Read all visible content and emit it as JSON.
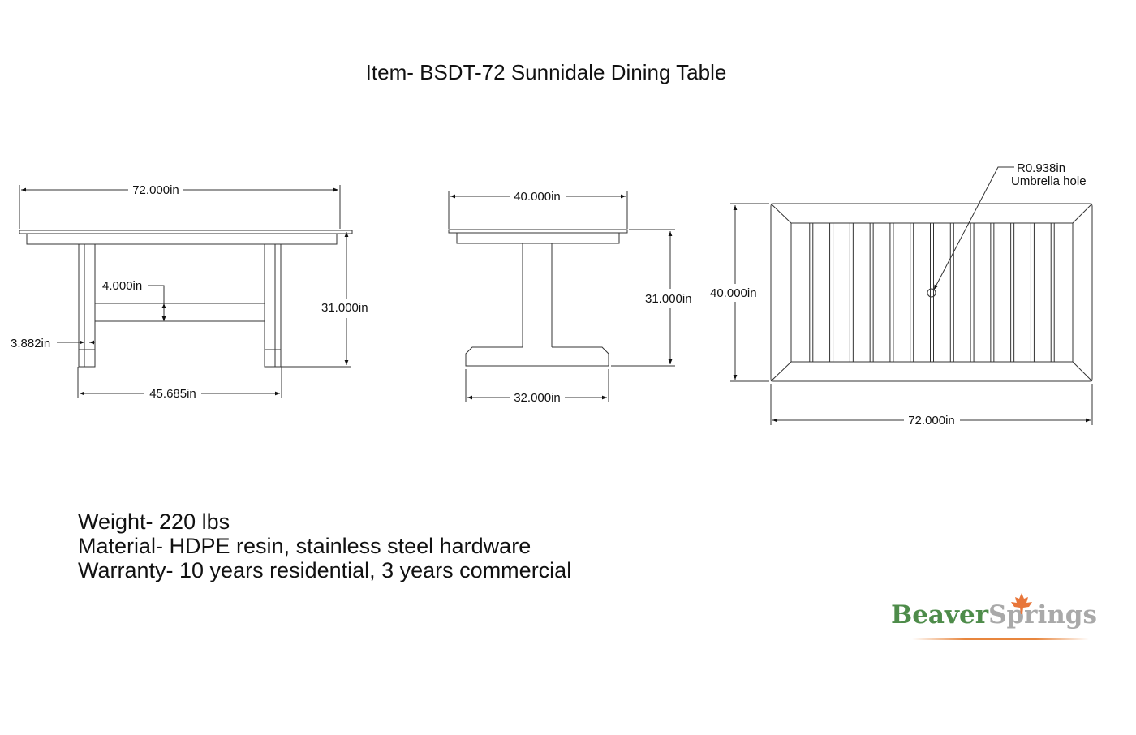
{
  "title": "Item- BSDT-72 Sunnidale Dining Table",
  "front_view": {
    "length": "72.000in",
    "height": "31.000in",
    "stretcher": "4.000in",
    "leg": "3.882in",
    "leg_span": "45.685in"
  },
  "side_view": {
    "width": "40.000in",
    "height": "31.000in",
    "base": "32.000in"
  },
  "top_view": {
    "width": "40.000in",
    "length": "72.000in",
    "hole_radius": "R0.938in",
    "hole_label": "Umbrella hole"
  },
  "specs": {
    "weight": "Weight- 220 lbs",
    "material": "Material- HDPE resin, stainless steel hardware",
    "warranty": "Warranty- 10 years residential, 3 years commercial"
  },
  "logo": {
    "part1": "Beaver",
    "part2": "Springs",
    "green": "#4e8c4a",
    "gray": "#a9a9a9",
    "orange": "#e8863e"
  }
}
